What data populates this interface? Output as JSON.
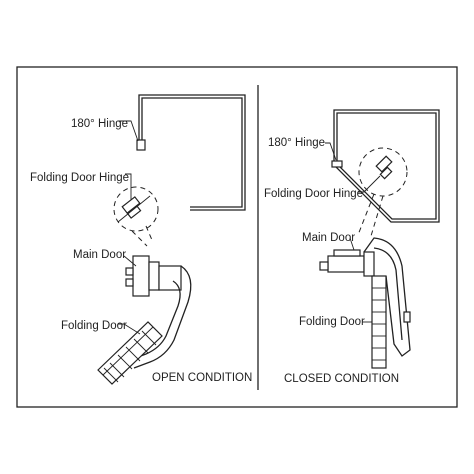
{
  "labels": {
    "hinge_180_left": "180° Hinge",
    "folding_door_hinge_left": "Folding Door Hinge",
    "main_door_left": "Main Door",
    "folding_door_left": "Folding Door",
    "open_condition": "OPEN CONDITION",
    "hinge_180_right": "180° Hinge",
    "folding_door_hinge_right": "Folding Door Hinge",
    "main_door_right": "Main Door",
    "folding_door_right": "Folding Door",
    "closed_condition": "CLOSED CONDITION"
  },
  "colors": {
    "line": "#222222",
    "background": "#ffffff"
  }
}
